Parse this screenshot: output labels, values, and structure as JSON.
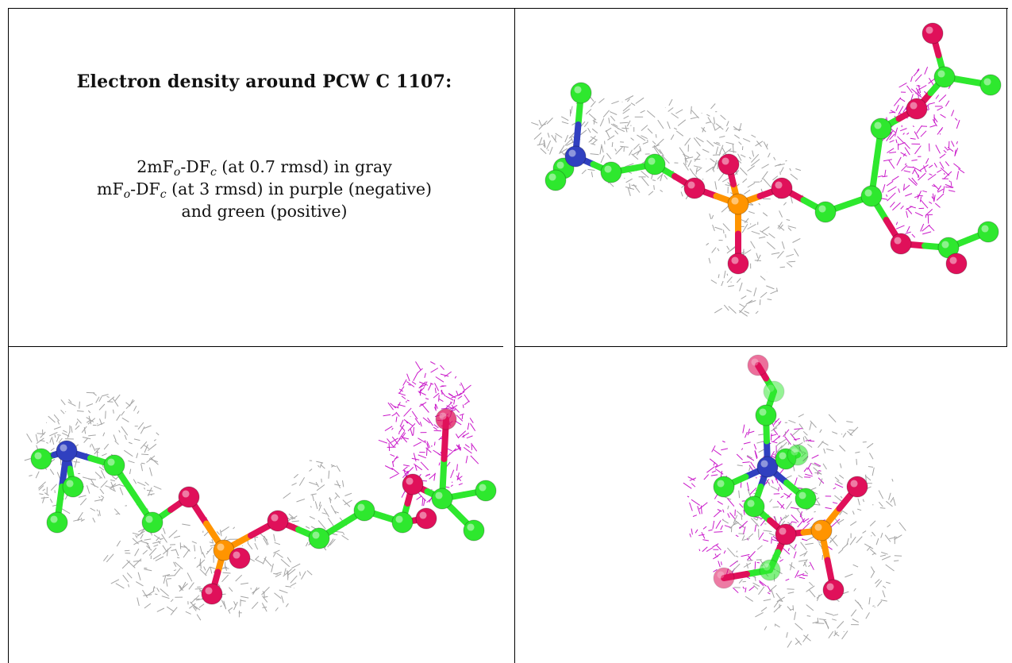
{
  "caption": {
    "title": "Electron density around PCW C 1107:",
    "line1_pre": "2mF",
    "line1_sub1": "o",
    "line1_mid": "-DF",
    "line1_sub2": "c",
    "line1_post": " (at 0.7 rmsd) in gray",
    "line2_pre": "mF",
    "line2_sub1": "o",
    "line2_mid": "-DF",
    "line2_sub2": "c",
    "line2_post": " (at 3 rmsd) in purple (negative)",
    "line3": "and green (positive)"
  },
  "colors": {
    "mesh_gray": "#9a9a9a",
    "mesh_purple": "#c400c4",
    "carbon_green": "#2ee82e",
    "oxygen_red": "#e0105a",
    "phosphorus_orange": "#ff9400",
    "nitrogen_blue": "#3040c0"
  },
  "views": [
    {
      "name": "view-top-right",
      "description_hidden": true
    },
    {
      "name": "view-bottom-left",
      "description_hidden": true
    },
    {
      "name": "view-bottom-right",
      "description_hidden": true
    }
  ]
}
